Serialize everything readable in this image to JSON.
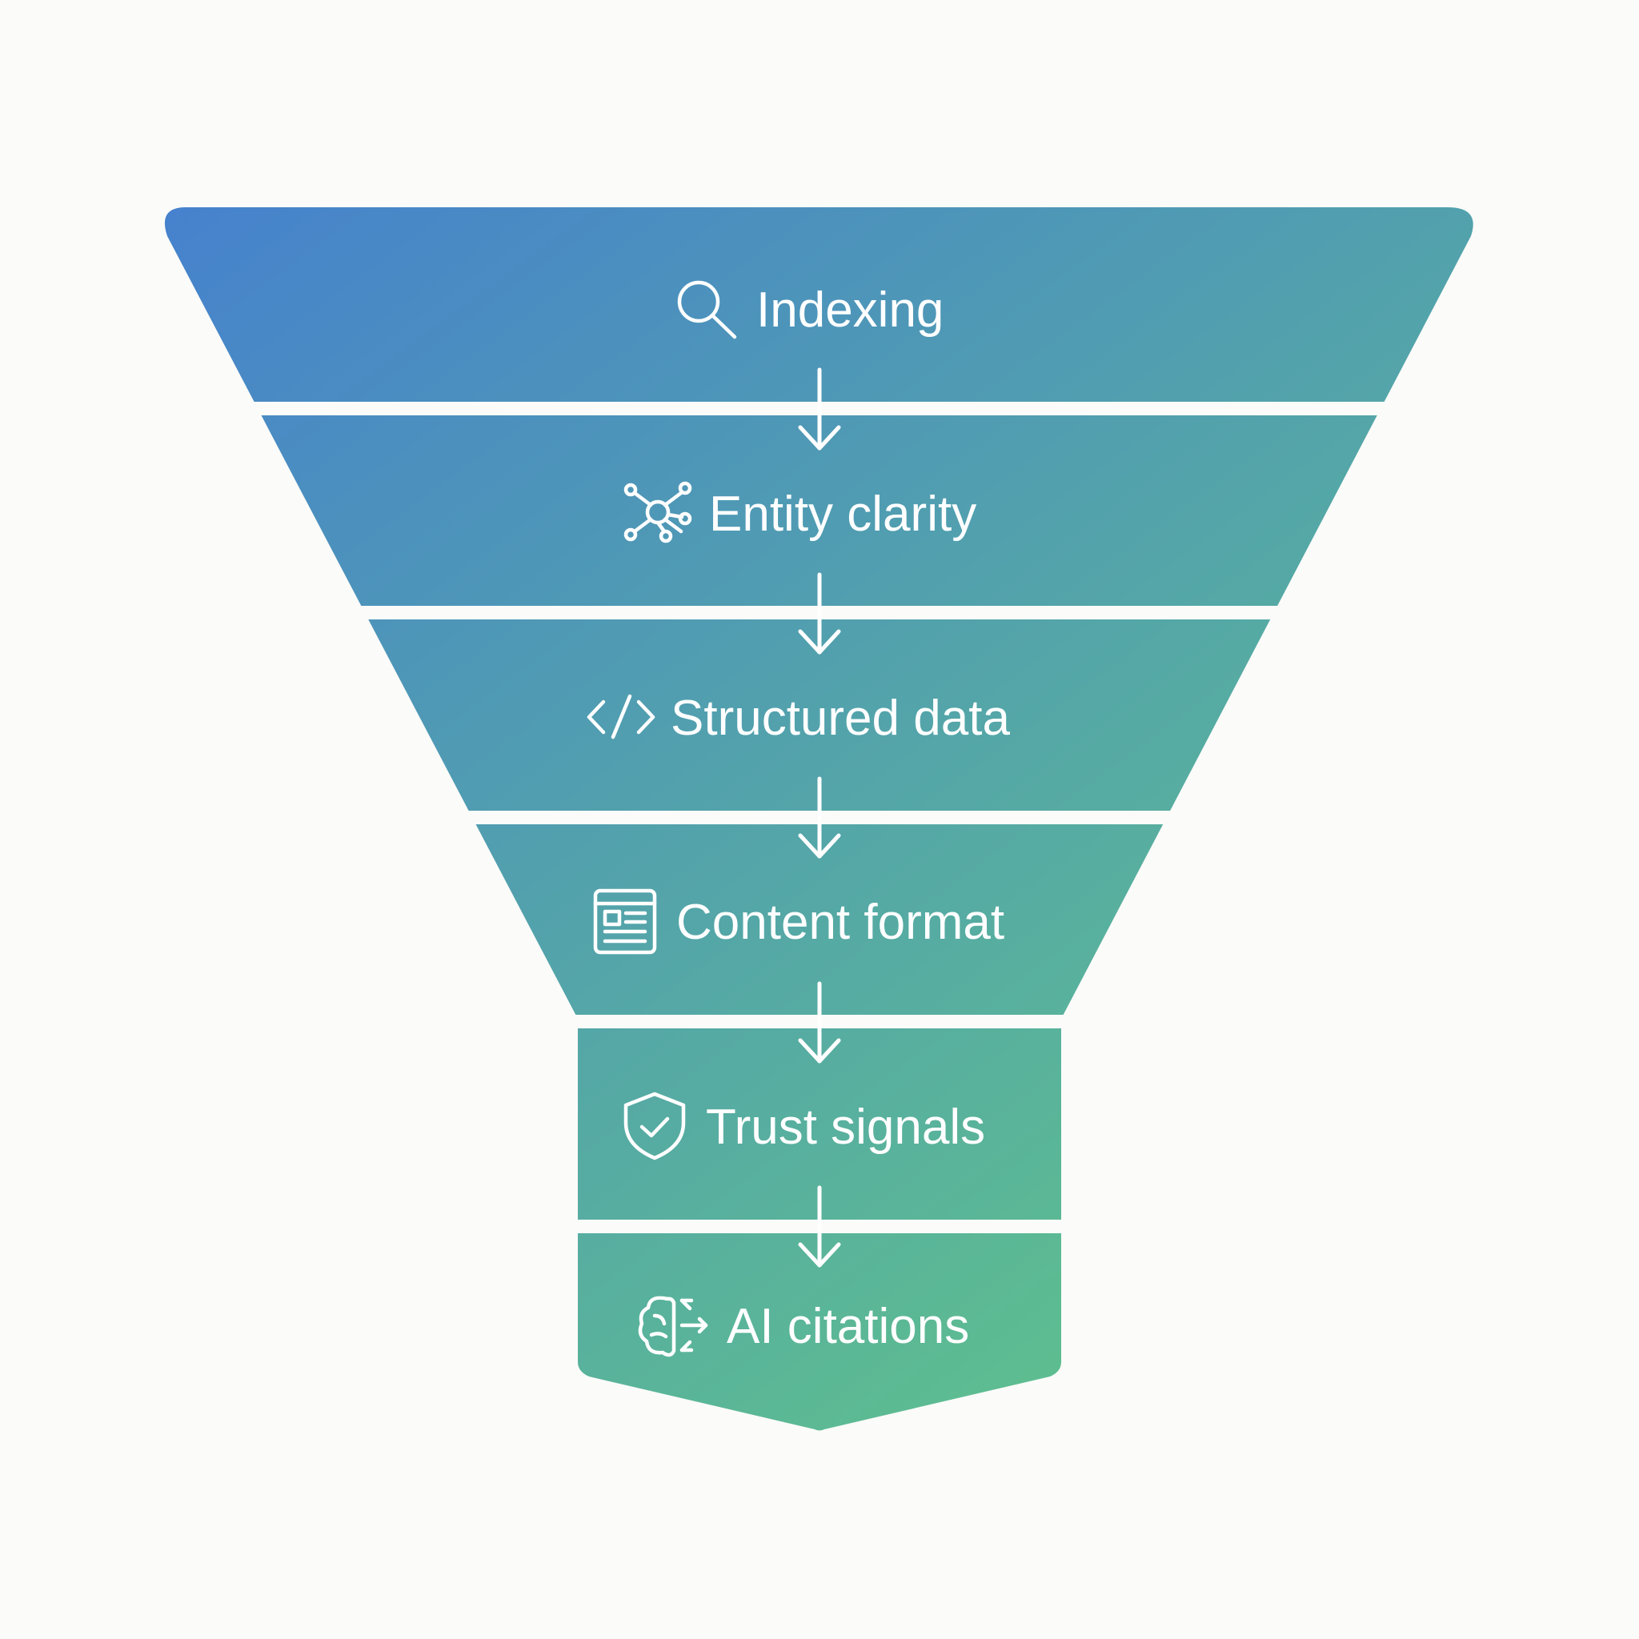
{
  "diagram": {
    "type": "funnel",
    "stages": [
      {
        "label": "Indexing",
        "icon": "search-icon"
      },
      {
        "label": "Entity clarity",
        "icon": "network-nodes-icon"
      },
      {
        "label": "Structured data",
        "icon": "code-brackets-icon"
      },
      {
        "label": "Content format",
        "icon": "document-layout-icon"
      },
      {
        "label": "Trust signals",
        "icon": "shield-check-icon"
      },
      {
        "label": "AI citations",
        "icon": "brain-output-icon"
      }
    ],
    "colors": {
      "gradient_start": "#4682cd",
      "gradient_end": "#5ebf8e",
      "separator": "#ffffff",
      "background": "#fbfbf9",
      "text": "#ffffff"
    }
  }
}
